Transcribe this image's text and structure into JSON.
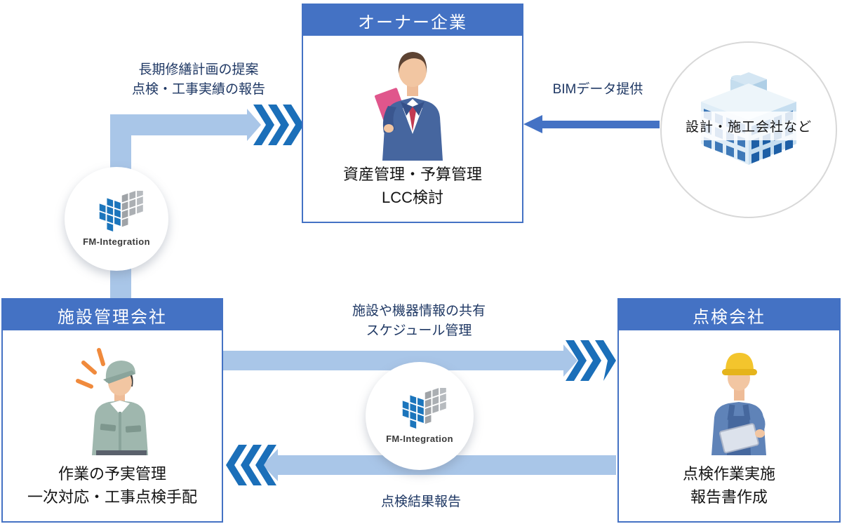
{
  "colors": {
    "header_blue": "#4472C4",
    "flow_band_light_blue": "#A9C6E8",
    "chevron_blue": "#1B6FB9",
    "label_navy": "#1F3864",
    "circle_border_gray": "#D8D8D8"
  },
  "owner_box": {
    "title": "オーナー企業",
    "body_line1": "資産管理・予算管理",
    "body_line2": "LCC検討"
  },
  "design_circle": {
    "label": "設計・施工会社など"
  },
  "facility_box": {
    "title": "施設管理会社",
    "body_line1": "作業の予実管理",
    "body_line2": "一次対応・工事点検手配"
  },
  "inspection_box": {
    "title": "点検会社",
    "body_line1": "点検作業実施",
    "body_line2": "報告書作成"
  },
  "arrows": {
    "proposal_line1": "長期修繕計画の提案",
    "proposal_line2": "点検・工事実績の報告",
    "bim_label": "BIMデータ提供",
    "share_line1": "施設や機器情報の共有",
    "share_line2": "スケジュール管理",
    "report_label": "点検結果報告"
  },
  "fm_logo": {
    "text": "FM-Integration"
  },
  "icons": {
    "fm_logo_icon": "fm-integration-cube-logo",
    "owner_icon": "businessman-illustration",
    "design_icon": "office-building-illustration",
    "facility_icon": "maintenance-worker-illustration",
    "inspection_icon": "inspector-with-tablet-illustration"
  }
}
